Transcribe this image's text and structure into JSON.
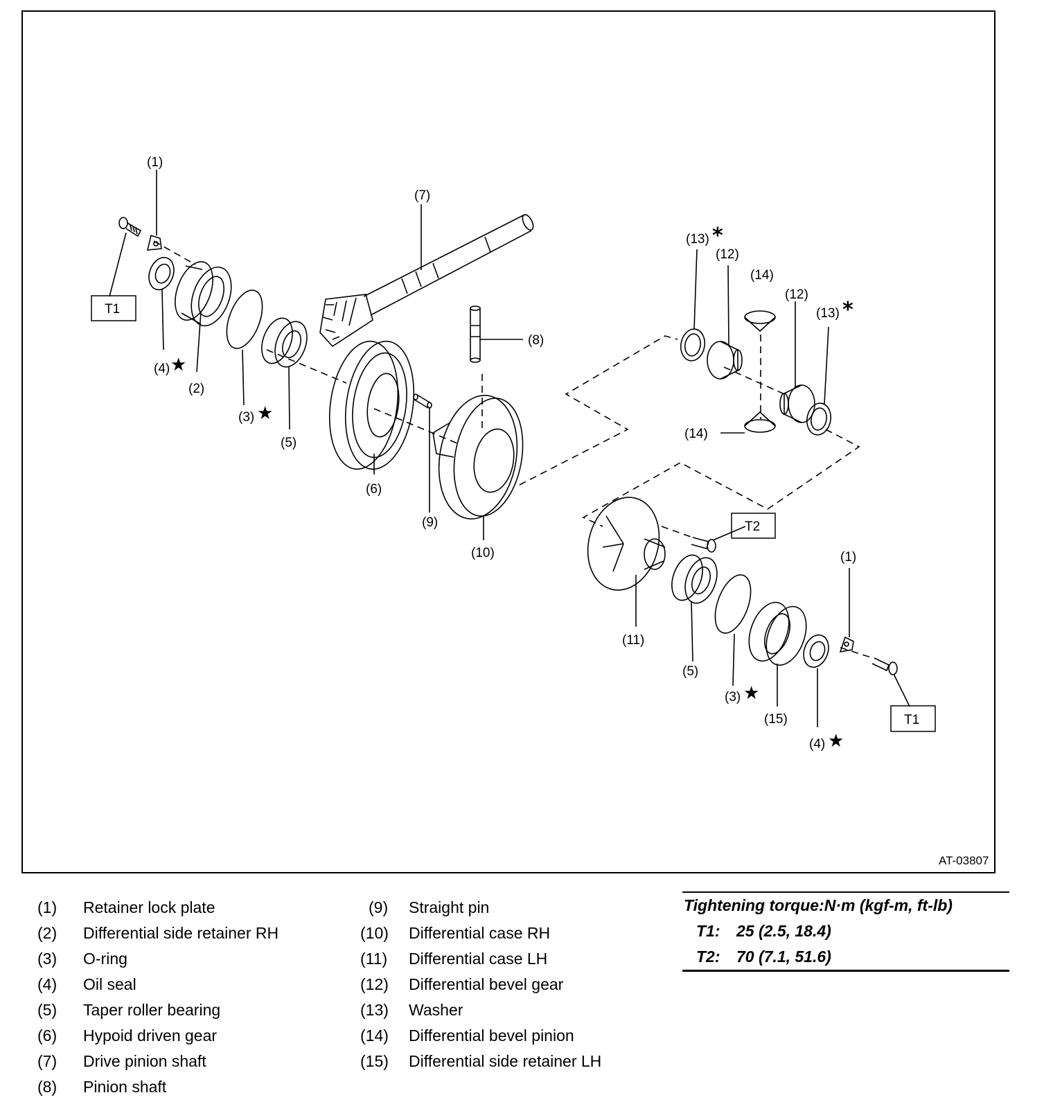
{
  "diagram": {
    "figure_code": "AT-03807",
    "callouts": {
      "c1a": "(1)",
      "c1b": "(1)",
      "c2": "(2)",
      "c3a": "(3)",
      "c3b": "(3)",
      "c4a": "(4)",
      "c4b": "(4)",
      "c5a": "(5)",
      "c5b": "(5)",
      "c6": "(6)",
      "c7": "(7)",
      "c8": "(8)",
      "c9": "(9)",
      "c10": "(10)",
      "c11": "(11)",
      "c12a": "(12)",
      "c12b": "(12)",
      "c13a": "(13)",
      "c13b": "(13)",
      "c14a": "(14)",
      "c14b": "(14)",
      "c15": "(15)"
    },
    "torque_boxes": {
      "t1a": "T1",
      "t1b": "T1",
      "t2": "T2"
    },
    "marks": {
      "star": "★",
      "asterisk": "*"
    }
  },
  "legend": {
    "left": [
      {
        "num": "(1)",
        "name": "Retainer lock plate"
      },
      {
        "num": "(2)",
        "name": "Differential side retainer RH"
      },
      {
        "num": "(3)",
        "name": "O-ring"
      },
      {
        "num": "(4)",
        "name": "Oil seal"
      },
      {
        "num": "(5)",
        "name": "Taper roller bearing"
      },
      {
        "num": "(6)",
        "name": "Hypoid driven gear"
      },
      {
        "num": "(7)",
        "name": "Drive pinion shaft"
      },
      {
        "num": "(8)",
        "name": "Pinion shaft"
      }
    ],
    "right": [
      {
        "num": "(9)",
        "name": "Straight pin"
      },
      {
        "num": "(10)",
        "name": "Differential case RH"
      },
      {
        "num": "(11)",
        "name": "Differential case LH"
      },
      {
        "num": "(12)",
        "name": "Differential bevel gear"
      },
      {
        "num": "(13)",
        "name": "Washer"
      },
      {
        "num": "(14)",
        "name": "Differential bevel pinion"
      },
      {
        "num": "(15)",
        "name": "Differential side retainer LH"
      }
    ]
  },
  "torque": {
    "header": "Tightening torque:N·m (kgf-m, ft-lb)",
    "rows": [
      {
        "code": "T1:",
        "value": "25 (2.5, 18.4)"
      },
      {
        "code": "T2:",
        "value": "70 (7.1, 51.6)"
      }
    ]
  }
}
